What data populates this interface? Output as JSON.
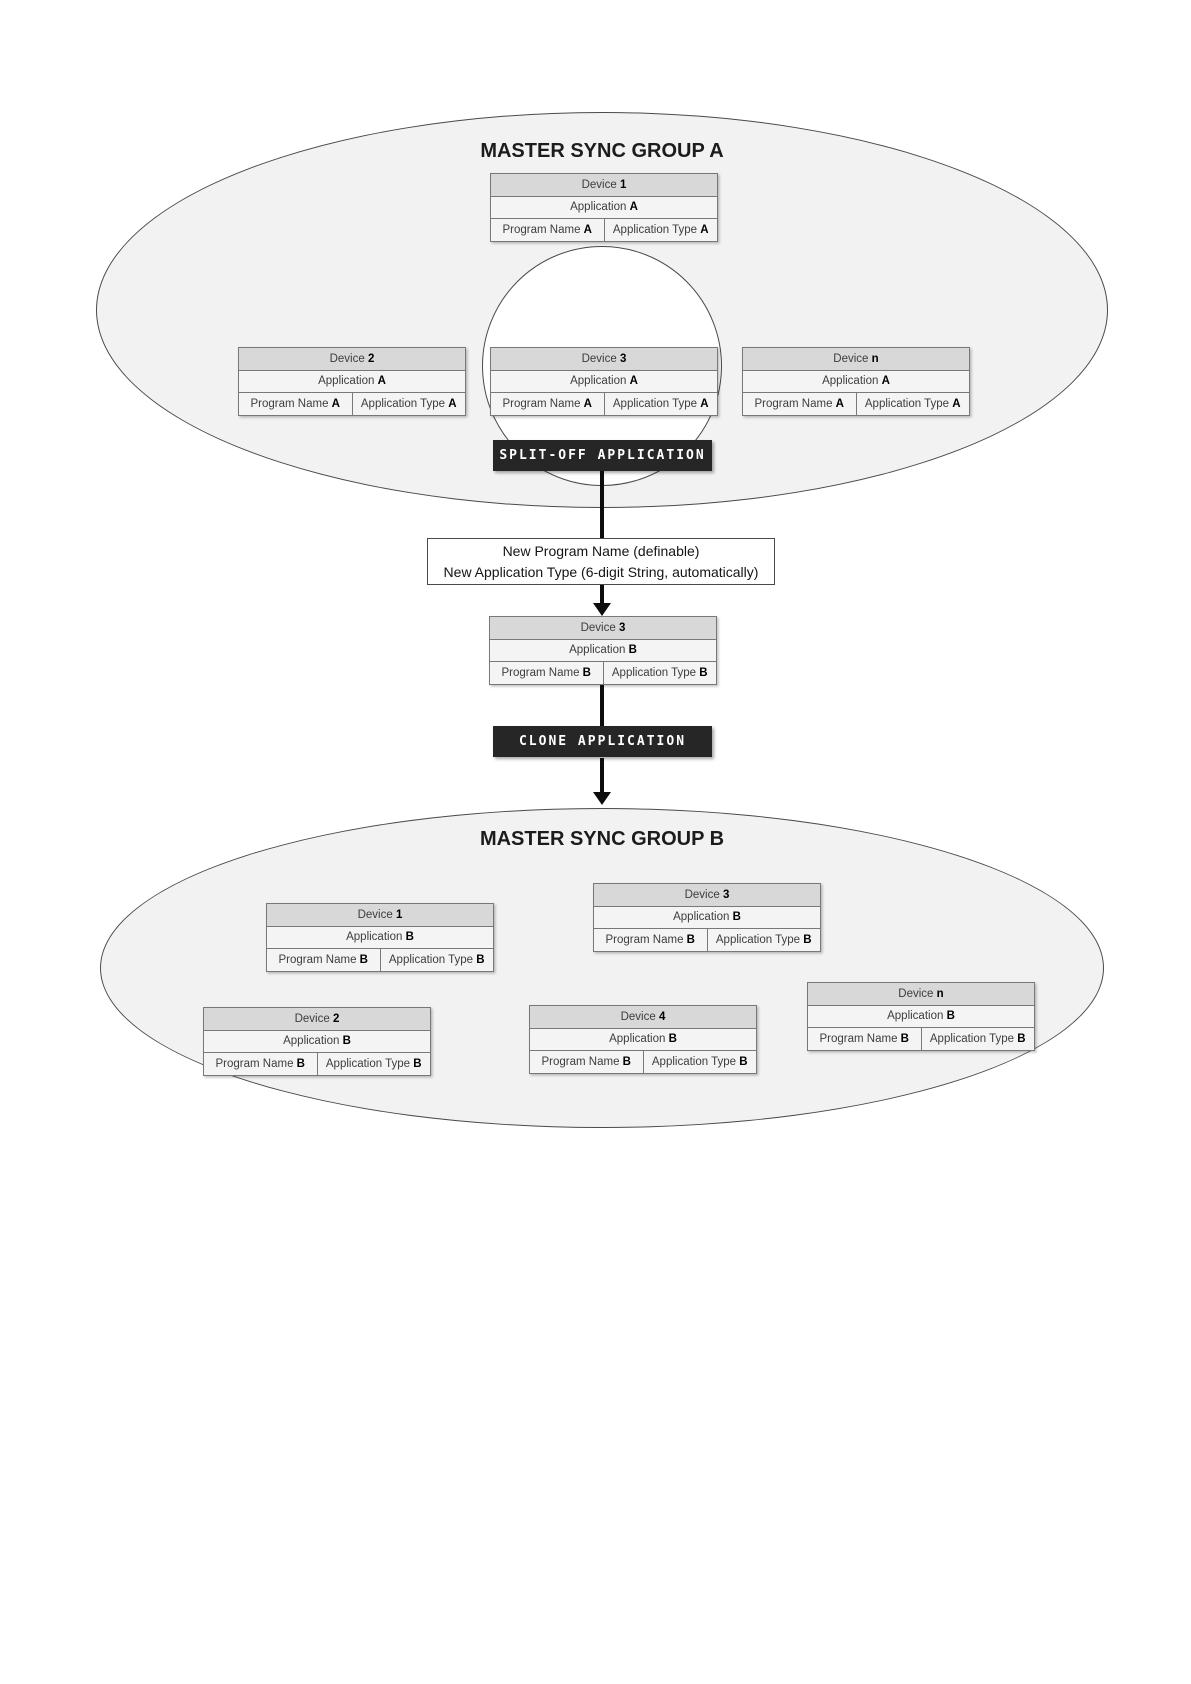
{
  "group_a": {
    "title": "MASTER SYNC GROUP A",
    "devices": {
      "a1": {
        "device_label": "Device",
        "device_id": "1",
        "app_label": "Application",
        "app_id": "A",
        "program_label": "Program Name",
        "program_id": "A",
        "type_label": "Application Type",
        "type_id": "A"
      },
      "a2": {
        "device_label": "Device",
        "device_id": "2",
        "app_label": "Application",
        "app_id": "A",
        "program_label": "Program Name",
        "program_id": "A",
        "type_label": "Application Type",
        "type_id": "A"
      },
      "a3": {
        "device_label": "Device",
        "device_id": "3",
        "app_label": "Application",
        "app_id": "A",
        "program_label": "Program Name",
        "program_id": "A",
        "type_label": "Application Type",
        "type_id": "A"
      },
      "an": {
        "device_label": "Device",
        "device_id": "n",
        "app_label": "Application",
        "app_id": "A",
        "program_label": "Program Name",
        "program_id": "A",
        "type_label": "Application Type",
        "type_id": "A"
      }
    }
  },
  "flow": {
    "split_label": "SPLIT-OFF APPLICATION",
    "note_line1": "New Program Name (definable)",
    "note_line2": "New Application Type (6-digit String, automatically)",
    "clone_label": "CLONE APPLICATION",
    "mid_device": {
      "device_label": "Device",
      "device_id": "3",
      "app_label": "Application",
      "app_id": "B",
      "program_label": "Program Name",
      "program_id": "B",
      "type_label": "Application Type",
      "type_id": "B"
    }
  },
  "group_b": {
    "title": "MASTER SYNC GROUP B",
    "devices": {
      "b1": {
        "device_label": "Device",
        "device_id": "1",
        "app_label": "Application",
        "app_id": "B",
        "program_label": "Program Name",
        "program_id": "B",
        "type_label": "Application Type",
        "type_id": "B"
      },
      "b2": {
        "device_label": "Device",
        "device_id": "2",
        "app_label": "Application",
        "app_id": "B",
        "program_label": "Program Name",
        "program_id": "B",
        "type_label": "Application Type",
        "type_id": "B"
      },
      "b3": {
        "device_label": "Device",
        "device_id": "3",
        "app_label": "Application",
        "app_id": "B",
        "program_label": "Program Name",
        "program_id": "B",
        "type_label": "Application Type",
        "type_id": "B"
      },
      "b4": {
        "device_label": "Device",
        "device_id": "4",
        "app_label": "Application",
        "app_id": "B",
        "program_label": "Program Name",
        "program_id": "B",
        "type_label": "Application Type",
        "type_id": "B"
      },
      "bn": {
        "device_label": "Device",
        "device_id": "n",
        "app_label": "Application",
        "app_id": "B",
        "program_label": "Program Name",
        "program_id": "B",
        "type_label": "Application Type",
        "type_id": "B"
      }
    }
  }
}
